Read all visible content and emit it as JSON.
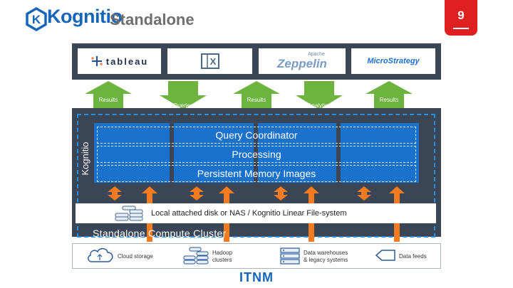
{
  "header": {
    "brand": "Kognitio",
    "title": "Standalone",
    "page_number": "9"
  },
  "tools": [
    {
      "label": "tableau"
    },
    {
      "label": "X"
    },
    {
      "label": "Zeppelin",
      "sublabel": "Apache"
    },
    {
      "label": "MicroStrategy"
    }
  ],
  "arrows": {
    "results_1": "Results",
    "queries": "Queries",
    "results_2": "Results",
    "analytics": "Analytics",
    "results_3": "Results"
  },
  "cluster": {
    "side_label": "Kognitio",
    "layers": [
      "Query Coordinator",
      "Processing",
      "Persistent Memory Images"
    ],
    "disk_label": "Local attached disk or NAS  / Kognitio Linear File-system",
    "cluster_label": "Standalone Compute Cluster"
  },
  "sources": {
    "cloud": "Cloud storage",
    "hadoop_line1": "Hadoop",
    "hadoop_line2": "clusters",
    "dw_line1": "Data warehouses",
    "dw_line2": "& legacy systems",
    "feeds": "Data feeds"
  },
  "footer": "ITNM",
  "colors": {
    "brand_blue": "#1565b8",
    "panel_dark": "#3a4556",
    "layer_blue": "#1a72cc",
    "arrow_green": "#6db33f",
    "arrow_orange": "#f47b20",
    "badge_red": "#e02020"
  }
}
